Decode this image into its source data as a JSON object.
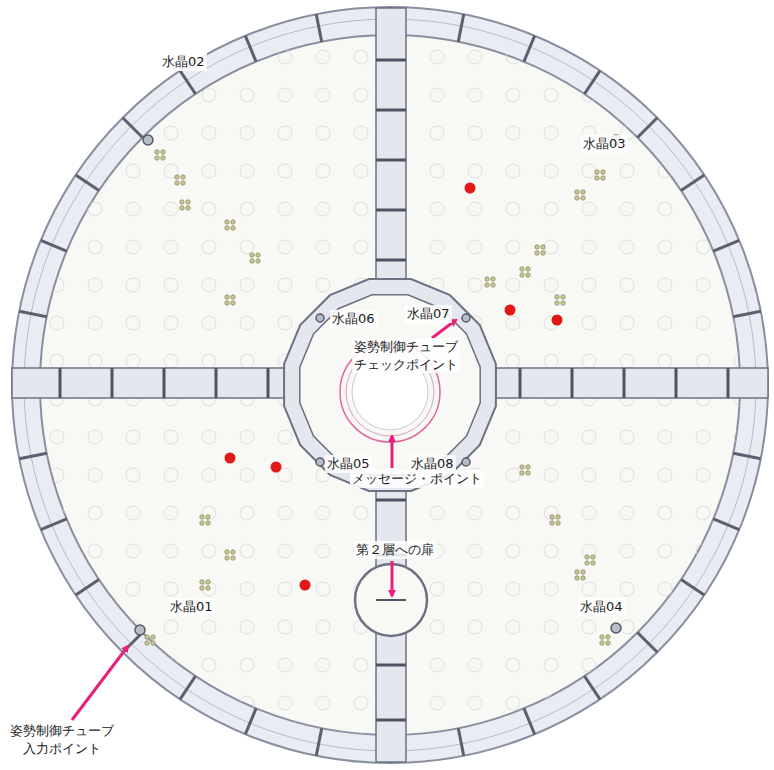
{
  "diagram": {
    "labels": [
      "水晶02",
      "水晶03",
      "水晶06",
      "水晶07",
      "姿勢制御チューブ チェックポイント",
      "水晶05",
      "水晶08",
      "メッセージ・ポイント",
      "第２層への扉",
      "水晶01",
      "水晶04",
      "姿勢制御チューブ 入力ポイント"
    ]
  }
}
